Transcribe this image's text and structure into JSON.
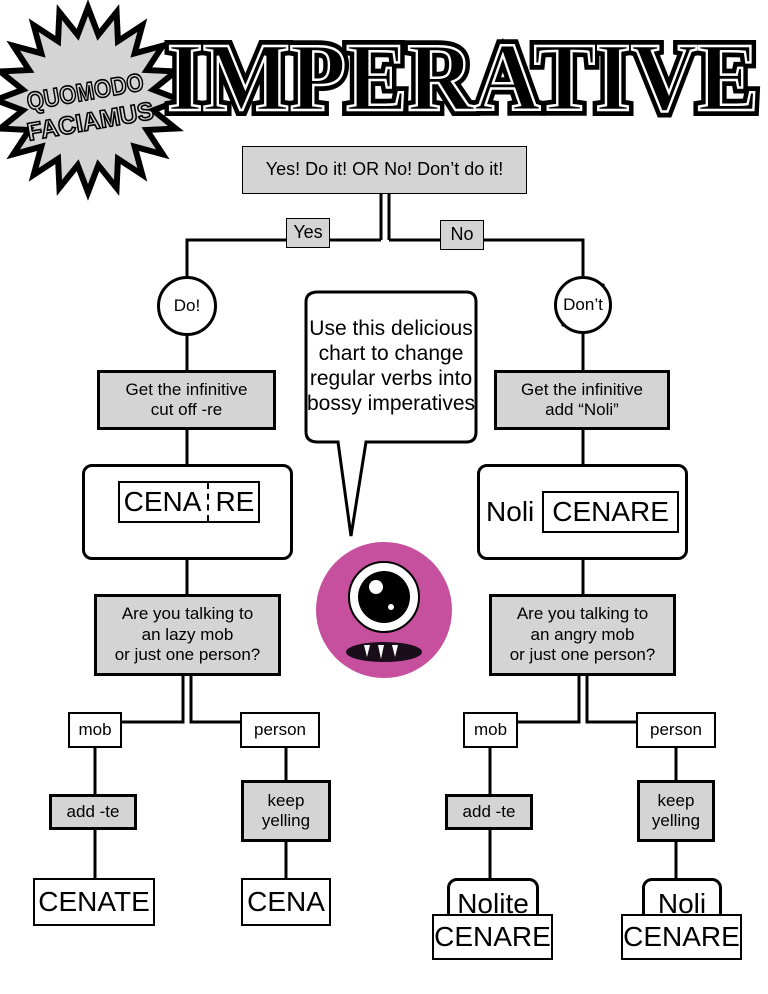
{
  "header": {
    "badge_line1": "QUOMODO",
    "badge_line2": "FACIAMUS",
    "title": "IMPERATIVE"
  },
  "top_question": "Yes! Do it! OR No! Don’t do it!",
  "branches": {
    "yes_label": "Yes",
    "no_label": "No"
  },
  "positive": {
    "circle": "Do!",
    "step1": [
      "Get the infinitive",
      "cut off -re"
    ],
    "example_stem": "CENA",
    "example_ending": "RE",
    "question": [
      "Are you talking to",
      "an lazy mob",
      "or just one person?"
    ],
    "mob_label": "mob",
    "person_label": "person",
    "mob_action": "add -te",
    "person_action": [
      "keep",
      "yelling"
    ],
    "mob_result": "CENATE",
    "person_result": "CENA"
  },
  "negative": {
    "circle": "Don’t",
    "step1": [
      "Get the infinitive",
      "add “Noli”"
    ],
    "example_prefix": "Noli",
    "example_word": "CENARE",
    "question": [
      "Are you talking to",
      "an angry mob",
      "or just one person?"
    ],
    "mob_label": "mob",
    "person_label": "person",
    "mob_action": "add -te",
    "person_action": [
      "keep",
      "yelling"
    ],
    "mob_result_top": "Nolite",
    "mob_result_bottom": "CENARE",
    "person_result_top": "Noli",
    "person_result_bottom": "CENARE"
  },
  "speech_bubble": [
    "Use this delicious",
    "chart to change",
    "regular verbs into",
    "bossy imperatives"
  ],
  "colors": {
    "box_gray": "#d4d4d4",
    "monster_pink": "#c64f9e",
    "line": "#000000"
  }
}
